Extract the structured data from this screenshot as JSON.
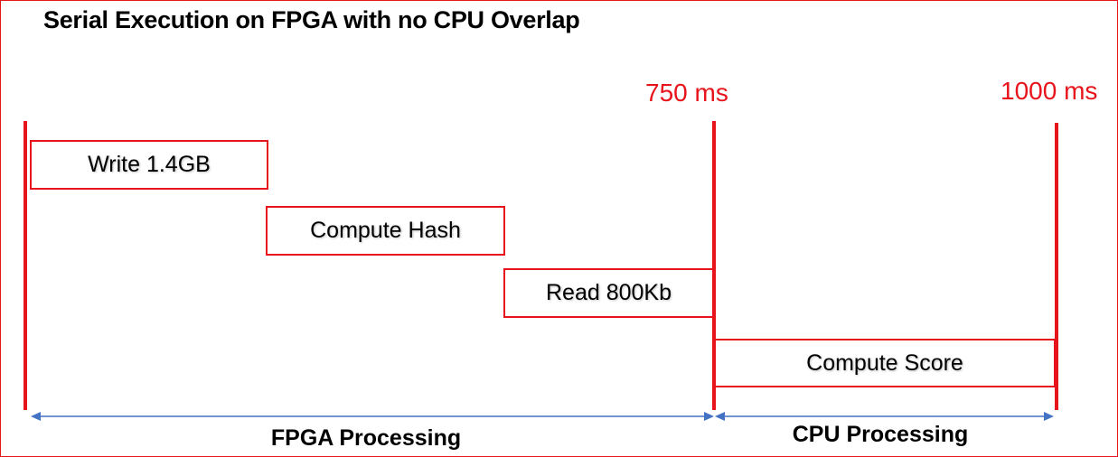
{
  "title": "Serial Execution on FPGA with no CPU Overlap",
  "markers": [
    "750 ms",
    "1000 ms"
  ],
  "tasks": [
    "Write 1.4GB",
    "Compute Hash",
    "Read 800Kb",
    "Compute Score"
  ],
  "spans": [
    "FPGA Processing",
    "CPU Processing"
  ],
  "colors": {
    "accent": "#e8141c",
    "arrow": "#4472c4"
  }
}
